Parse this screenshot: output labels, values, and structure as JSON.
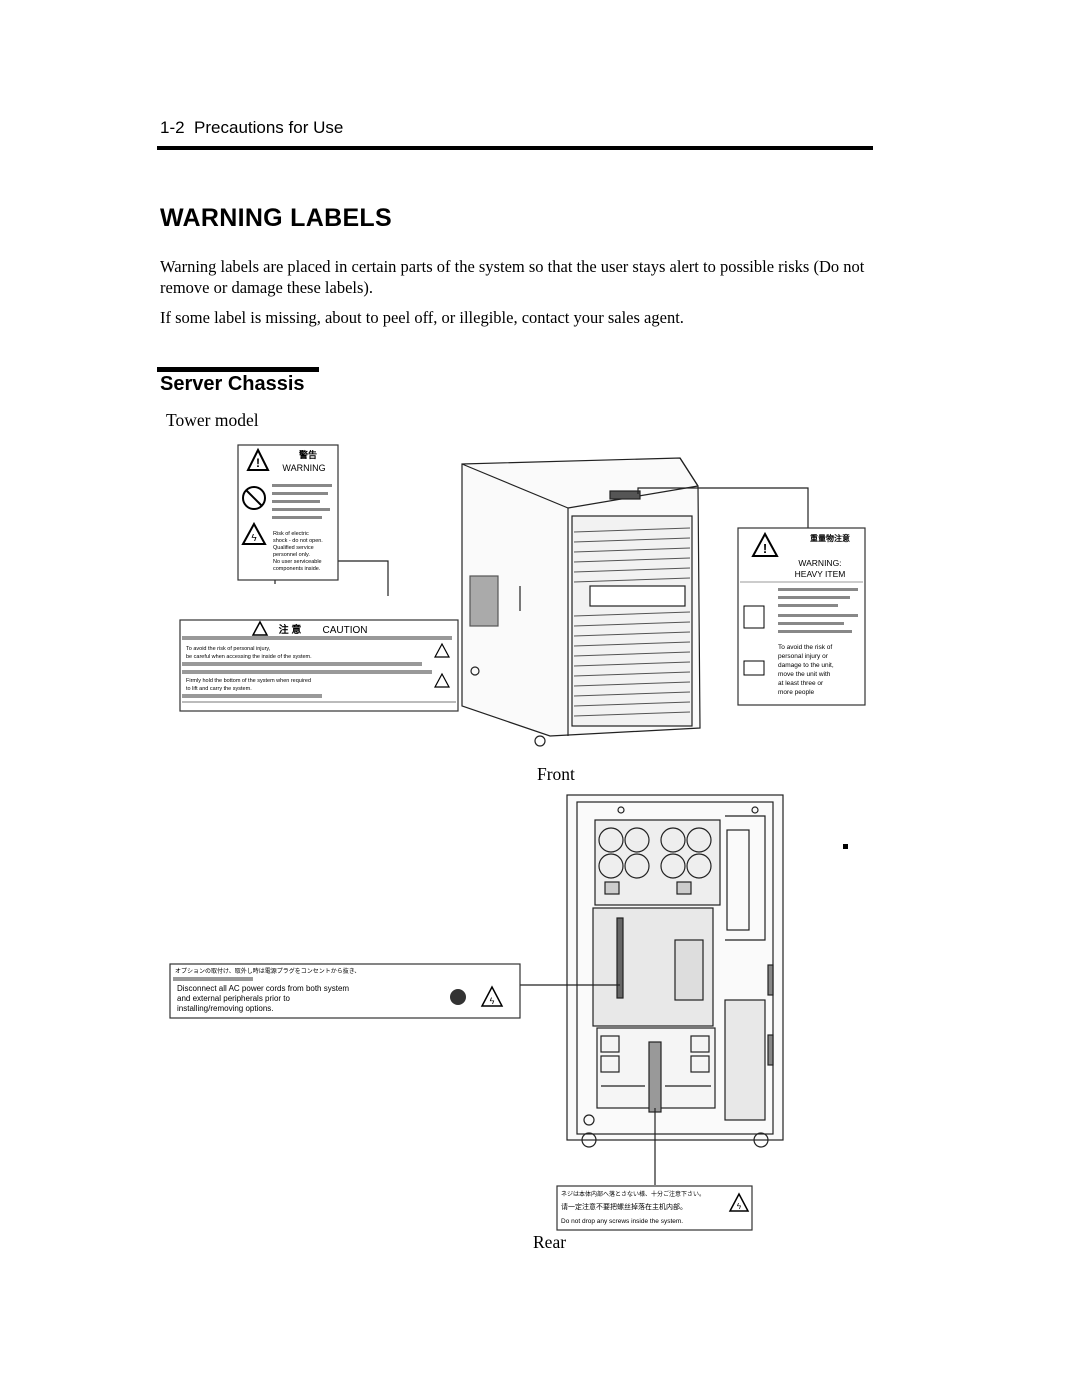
{
  "header": {
    "section_ref": "1-2",
    "section_title": "Precautions for Use"
  },
  "title": "WARNING LABELS",
  "paragraphs": [
    "Warning labels are placed in certain parts of the system so that the user stays alert to possible risks (Do not remove or damage these labels).",
    "If some label is missing, about to peel off, or illegible, contact your sales agent."
  ],
  "section": {
    "title": "Server Chassis",
    "subtitle": "Tower model"
  },
  "front_view": {
    "caption": "Front",
    "label_electric": {
      "jp_title": "警告",
      "title": "WARNING",
      "lines": [
        "Risk of electric",
        "shock - do not open.",
        "Qualified service",
        "personnel only.",
        "No user serviceable",
        "components inside."
      ]
    },
    "label_caution": {
      "jp_title": "注 意",
      "title": "CAUTION",
      "lines": [
        "To avoid the risk of personal injury,",
        "be careful when accessing the inside of the system.",
        "Firmly hold the bottom of the system when required",
        "to lift and carry the system."
      ]
    },
    "label_heavy": {
      "jp_title": "重量物注意",
      "title_line1": "WARNING:",
      "title_line2": "HEAVY  ITEM",
      "lines": [
        "To avoid the  risk of",
        "personal  injury or",
        "damage  to the unit,",
        "move  the  unit with",
        "at  least  three  or",
        "more people"
      ]
    }
  },
  "rear_view": {
    "caption": "Rear",
    "label_power": {
      "jp_line": "オプションの取付け、取外し時は電源プラグをコンセントから抜き、",
      "lines": [
        "Disconnect all AC power cords from both system",
        "and external peripherals prior to",
        "installing/removing options."
      ]
    },
    "label_screws": {
      "jp_line1": "ネジは本体内部へ落とさない様、十分ご注意下さい。",
      "jp_line2": "请一定注意不要把螺丝掉落在主机内部。",
      "line": "Do not drop any screws inside the system."
    }
  }
}
